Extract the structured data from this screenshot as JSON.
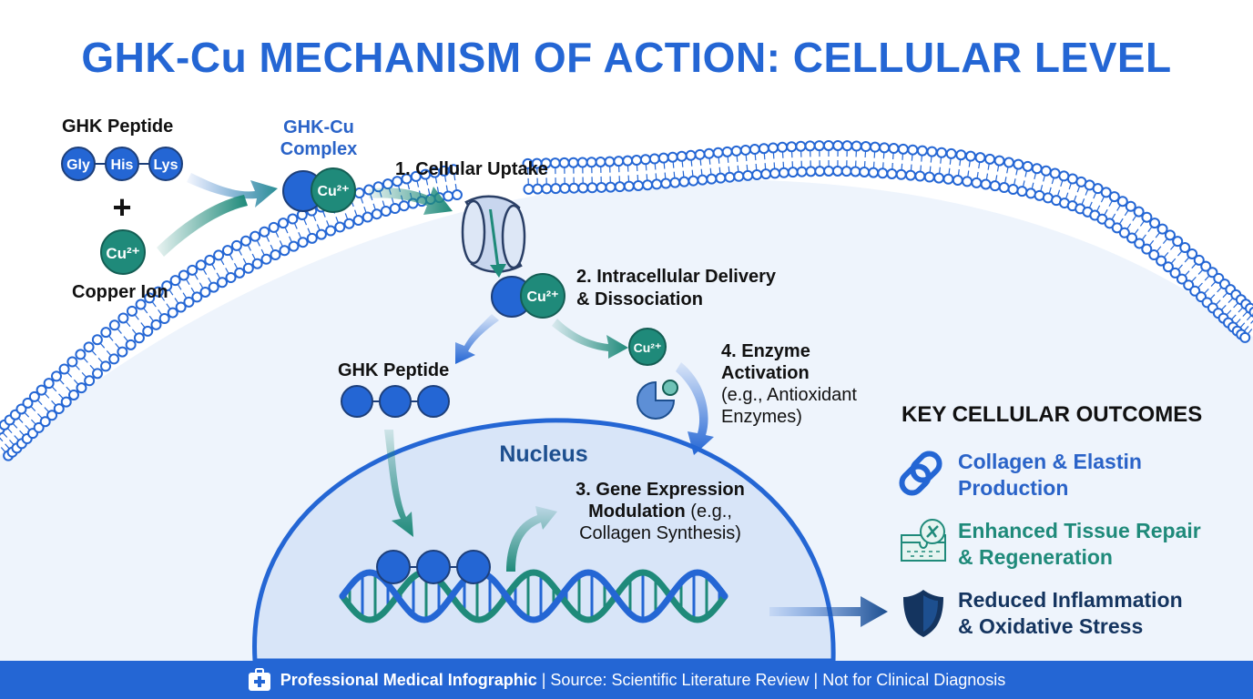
{
  "title": "GHK-Cu MECHANISM OF ACTION: CELLULAR LEVEL",
  "inputs": {
    "peptide_label": "GHK Peptide",
    "amino_acids": [
      "Gly",
      "His",
      "Lys"
    ],
    "plus_sign": "+",
    "copper_symbol": "Cu²⁺",
    "copper_label": "Copper Ion",
    "complex_label_line1": "GHK-Cu",
    "complex_label_line2": "Complex"
  },
  "steps": {
    "step1": "1. Cellular Uptake",
    "step2_line1": "2. Intracellular Delivery",
    "step2_line2": "& Dissociation",
    "released_peptide_label": "GHK Peptide",
    "step4_line1": "4. Enzyme",
    "step4_line2": "Activation",
    "step4_line3": "(e.g., Antioxidant",
    "step4_line4": "Enzymes)",
    "nucleus_label": "Nucleus",
    "step3_line1": "3. Gene Expression",
    "step3_line2_bold": "Modulation",
    "step3_line2_rest": " (e.g.,",
    "step3_line3": "Collagen Synthesis)"
  },
  "outcomes": {
    "title": "KEY CELLULAR OUTCOMES",
    "items": [
      {
        "icon": "chain-link-icon",
        "line1": "Collagen & Elastin",
        "line2": "Production",
        "color": "#2a63c8"
      },
      {
        "icon": "tissue-repair-icon",
        "line1": "Enhanced Tissue Repair",
        "line2": "& Regeneration",
        "color": "#1f8a7a"
      },
      {
        "icon": "shield-icon",
        "line1": "Reduced Inflammation",
        "line2": "& Oxidative Stress",
        "color": "#14345f"
      }
    ]
  },
  "footer": {
    "icon": "medical-kit-icon",
    "bold": "Professional Medical Infographic",
    "rest": " | Source: Scientific Literature Review | Not for Clinical Diagnosis"
  },
  "colors": {
    "primary_blue": "#2466d4",
    "teal": "#1f8a7a",
    "navy": "#14345f",
    "cell_fill": "#eef4fc",
    "nucleus_fill": "#d8e5f8"
  }
}
